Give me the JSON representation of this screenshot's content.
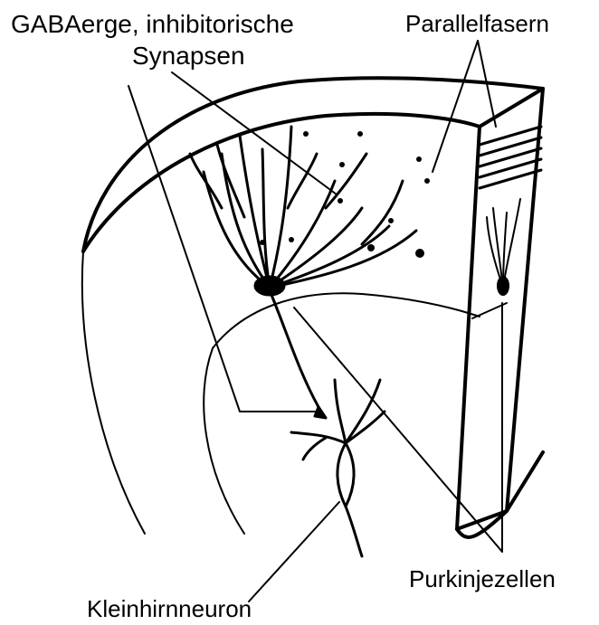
{
  "labels": {
    "gaba_line1": "GABAerge, inhibitorische",
    "gaba_line2": "Synapsen",
    "parallelfasern": "Parallelfasern",
    "purkinjezellen": "Purkinjezellen",
    "kleinhirnneuron": "Kleinhirnneuron"
  },
  "colors": {
    "ink": "#000000",
    "background": "#ffffff"
  }
}
